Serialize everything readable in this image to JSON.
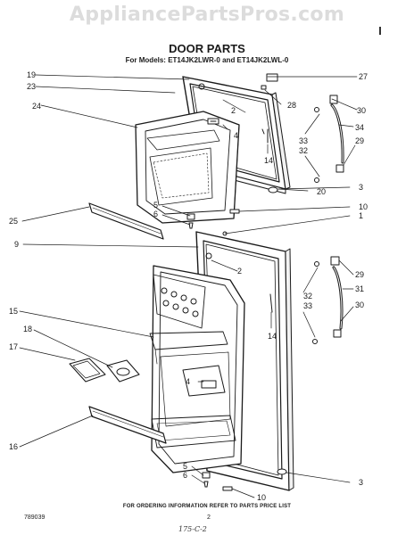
{
  "watermark": "AppliancePartsPros.com",
  "title": "DOOR PARTS",
  "subtitle": "For Models: ET14JK2LWR-0 and ET14JK2LWL-0",
  "footer_note": "FOR ORDERING INFORMATION REFER TO PARTS PRICE LIST",
  "doc_number": "789039",
  "page_number": "2",
  "handwritten_note": "175-C-2",
  "callouts": [
    {
      "id": "19",
      "label": "19"
    },
    {
      "id": "23",
      "label": "23"
    },
    {
      "id": "24",
      "label": "24"
    },
    {
      "id": "2a",
      "label": "2"
    },
    {
      "id": "4a",
      "label": "4"
    },
    {
      "id": "27",
      "label": "27"
    },
    {
      "id": "28",
      "label": "28"
    },
    {
      "id": "30a",
      "label": "30"
    },
    {
      "id": "34",
      "label": "34"
    },
    {
      "id": "33a",
      "label": "33"
    },
    {
      "id": "32a",
      "label": "32"
    },
    {
      "id": "29a",
      "label": "29"
    },
    {
      "id": "14a",
      "label": "14"
    },
    {
      "id": "20",
      "label": "20"
    },
    {
      "id": "3a",
      "label": "3"
    },
    {
      "id": "5a",
      "label": "5"
    },
    {
      "id": "6a",
      "label": "6"
    },
    {
      "id": "25",
      "label": "25"
    },
    {
      "id": "10a",
      "label": "10"
    },
    {
      "id": "1",
      "label": "1"
    },
    {
      "id": "9",
      "label": "9"
    },
    {
      "id": "2b",
      "label": "2"
    },
    {
      "id": "29b",
      "label": "29"
    },
    {
      "id": "31",
      "label": "31"
    },
    {
      "id": "32b",
      "label": "32"
    },
    {
      "id": "33b",
      "label": "33"
    },
    {
      "id": "30b",
      "label": "30"
    },
    {
      "id": "15",
      "label": "15"
    },
    {
      "id": "18",
      "label": "18"
    },
    {
      "id": "17",
      "label": "17"
    },
    {
      "id": "14b",
      "label": "14"
    },
    {
      "id": "4b",
      "label": "4"
    },
    {
      "id": "16",
      "label": "16"
    },
    {
      "id": "5b",
      "label": "5"
    },
    {
      "id": "6b",
      "label": "6"
    },
    {
      "id": "10b",
      "label": "10"
    },
    {
      "id": "3b",
      "label": "3"
    }
  ]
}
